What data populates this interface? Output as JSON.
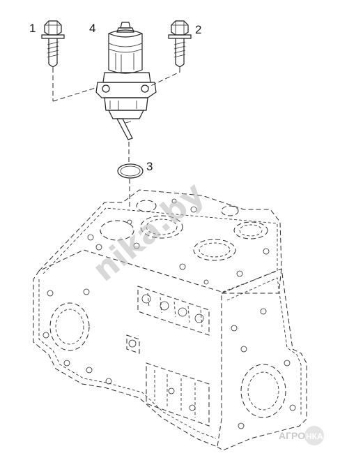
{
  "callouts": {
    "bolt_left": "1",
    "bolt_right": "2",
    "o_ring": "3",
    "solenoid": "4"
  },
  "watermark": {
    "text": "nika.by"
  },
  "logo": {
    "text_left": "АГРО",
    "text_right": "НКА"
  },
  "colors": {
    "ink": "#1f1f1f",
    "watermark": "#b8b8b8",
    "background": "#ffffff"
  }
}
